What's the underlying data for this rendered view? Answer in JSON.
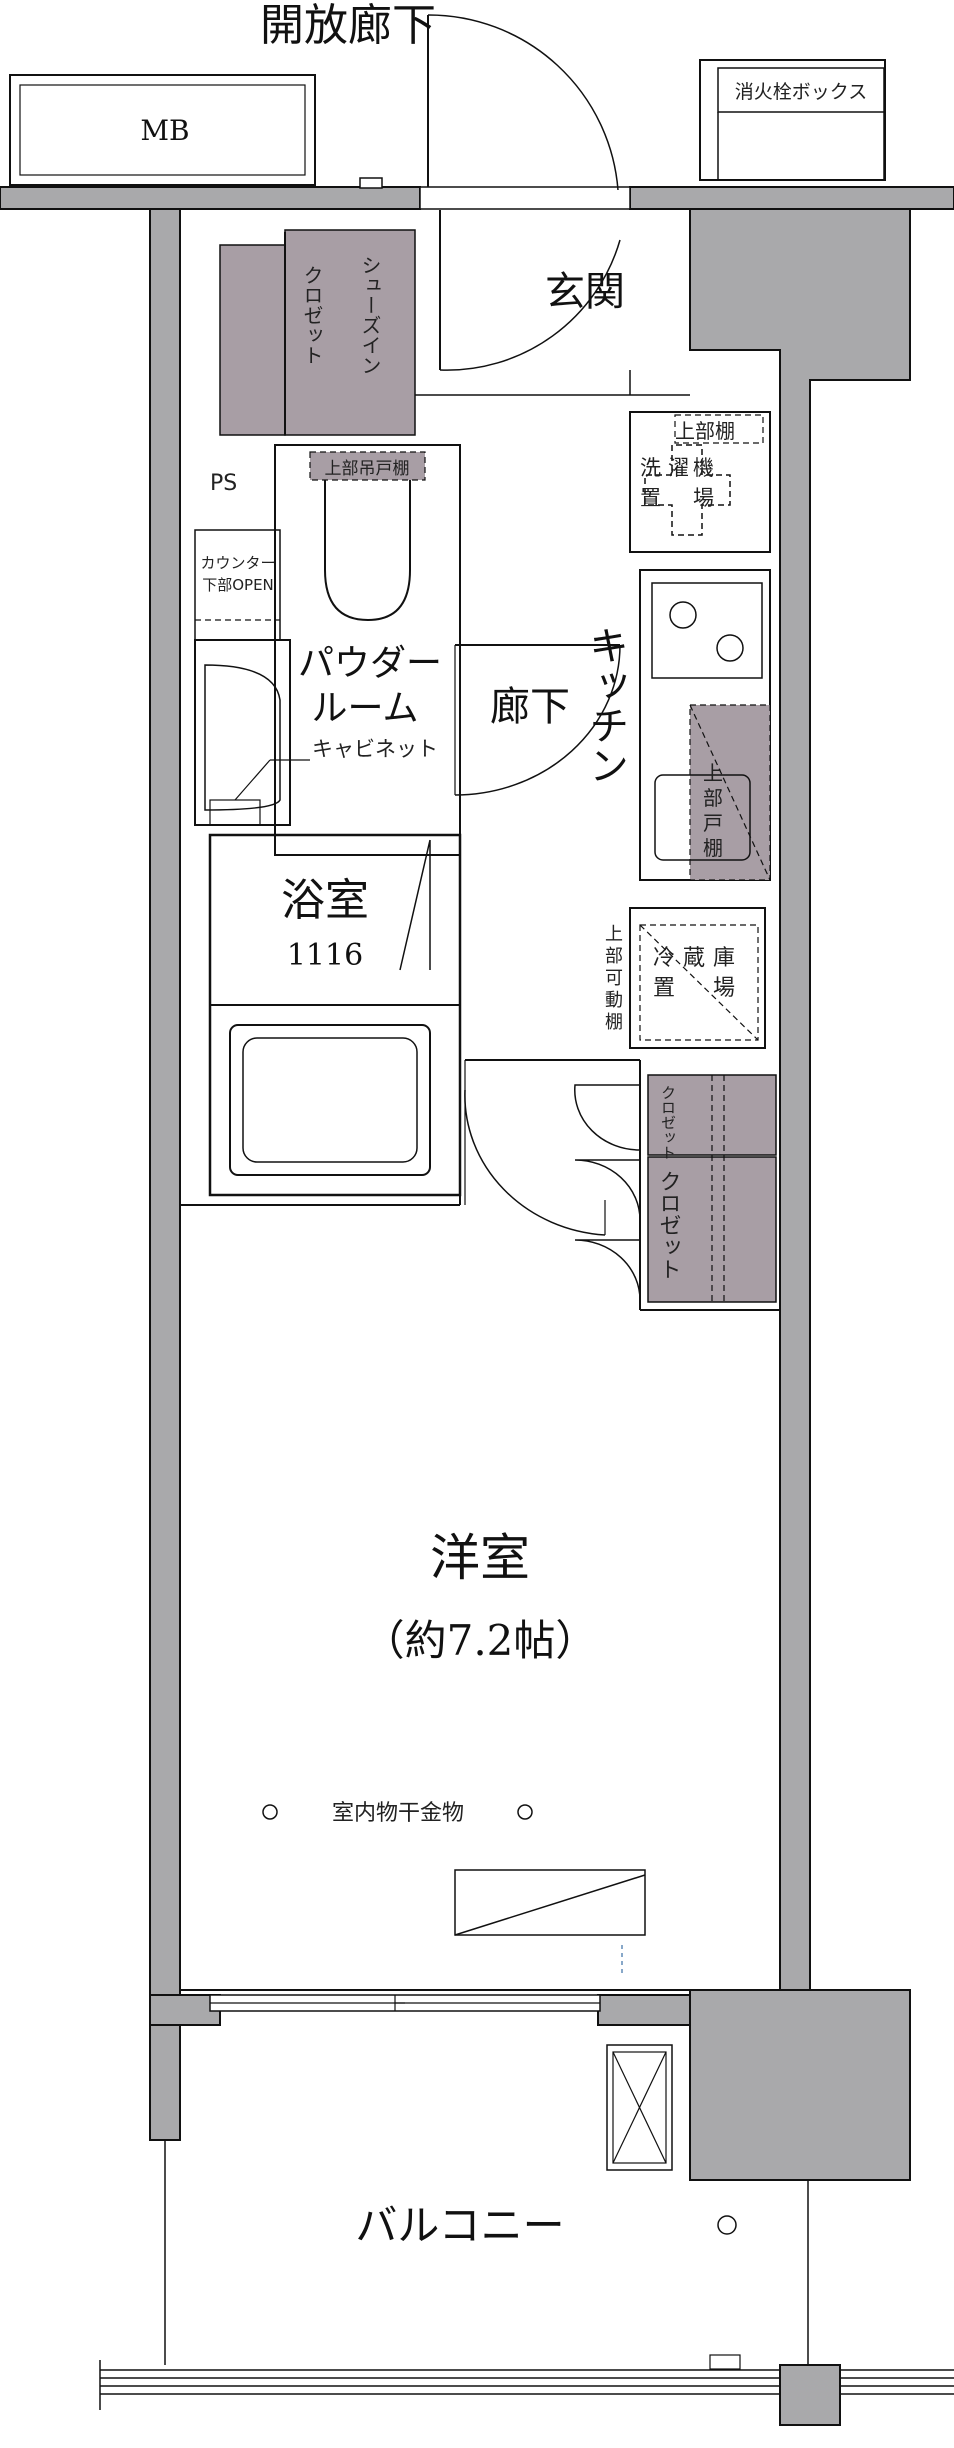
{
  "title": "開放廊下",
  "labels": {
    "mb": "MB",
    "fire_box": "消火栓ボックス",
    "shoes_closet": "シューズイン\nクロゼット",
    "entrance": "玄関",
    "ps": "PS",
    "upper_cabinet_toilet": "上部吊戸棚",
    "counter": "カウンター\n下部OPEN",
    "powder_room": "パウダー\nルーム",
    "cabinet": "キャビネット",
    "hallway": "廊下",
    "kitchen": "キッチン",
    "upper_cabinet_kitchen": "上\n部\n戸\n棚",
    "laundry_left": "洗\n置",
    "laundry_mid": "濯\n機",
    "laundry_right": "上部棚\n場",
    "bath": "浴室",
    "bath_size": "1116",
    "fridge_left": "冷\n置",
    "fridge_mid": "蔵\n庫",
    "fridge_right": "場",
    "movable_shelf": "上\n部\n可\n動\n棚",
    "closet_small": "クロゼット",
    "closet": "クロゼット",
    "western_room": "洋室",
    "western_room_size": "（約7.2帖）",
    "drying_hardware": "室内物干金物",
    "balcony": "バルコニー"
  },
  "colors": {
    "wall": "#a9a9ab",
    "closet_fill": "#a89ea5",
    "line": "#111111"
  }
}
